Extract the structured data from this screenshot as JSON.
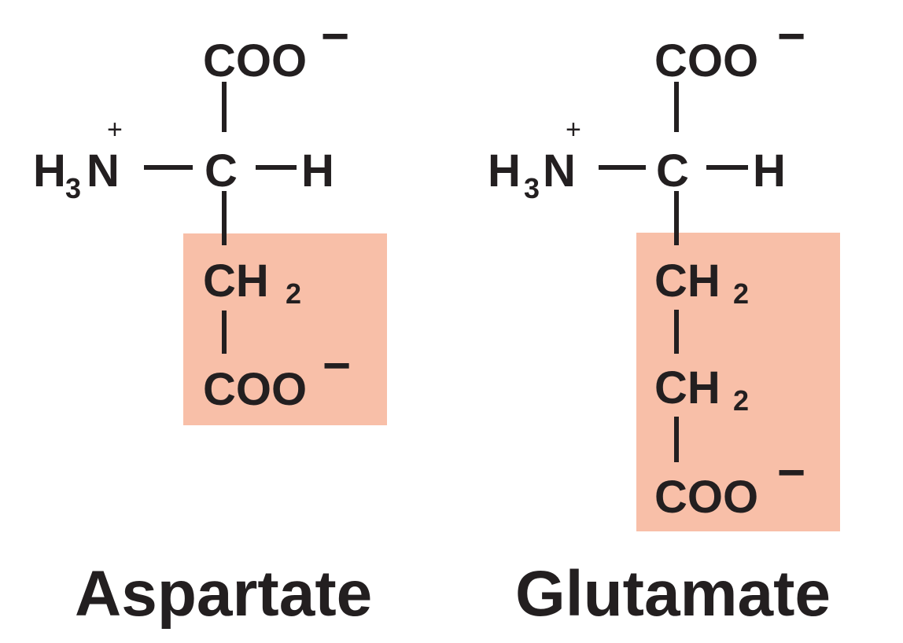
{
  "colors": {
    "highlight": "#f8bfa8",
    "ink": "#231f20"
  },
  "molecules": [
    {
      "name": "Aspartate",
      "top_group": "COO",
      "top_charge": "−",
      "amine_h": "H",
      "amine_sub": "3",
      "amine_n": "N",
      "amine_charge": "+",
      "alpha_c": "C",
      "alpha_h": "H",
      "side_chain": [
        {
          "main": "CH",
          "sub": "2"
        },
        {
          "main": "COO",
          "charge": "−"
        }
      ]
    },
    {
      "name": "Glutamate",
      "top_group": "COO",
      "top_charge": "−",
      "amine_h": "H",
      "amine_sub": "3",
      "amine_n": "N",
      "amine_charge": "+",
      "alpha_c": "C",
      "alpha_h": "H",
      "side_chain": [
        {
          "main": "CH",
          "sub": "2"
        },
        {
          "main": "CH",
          "sub": "2"
        },
        {
          "main": "COO",
          "charge": "−"
        }
      ]
    }
  ]
}
